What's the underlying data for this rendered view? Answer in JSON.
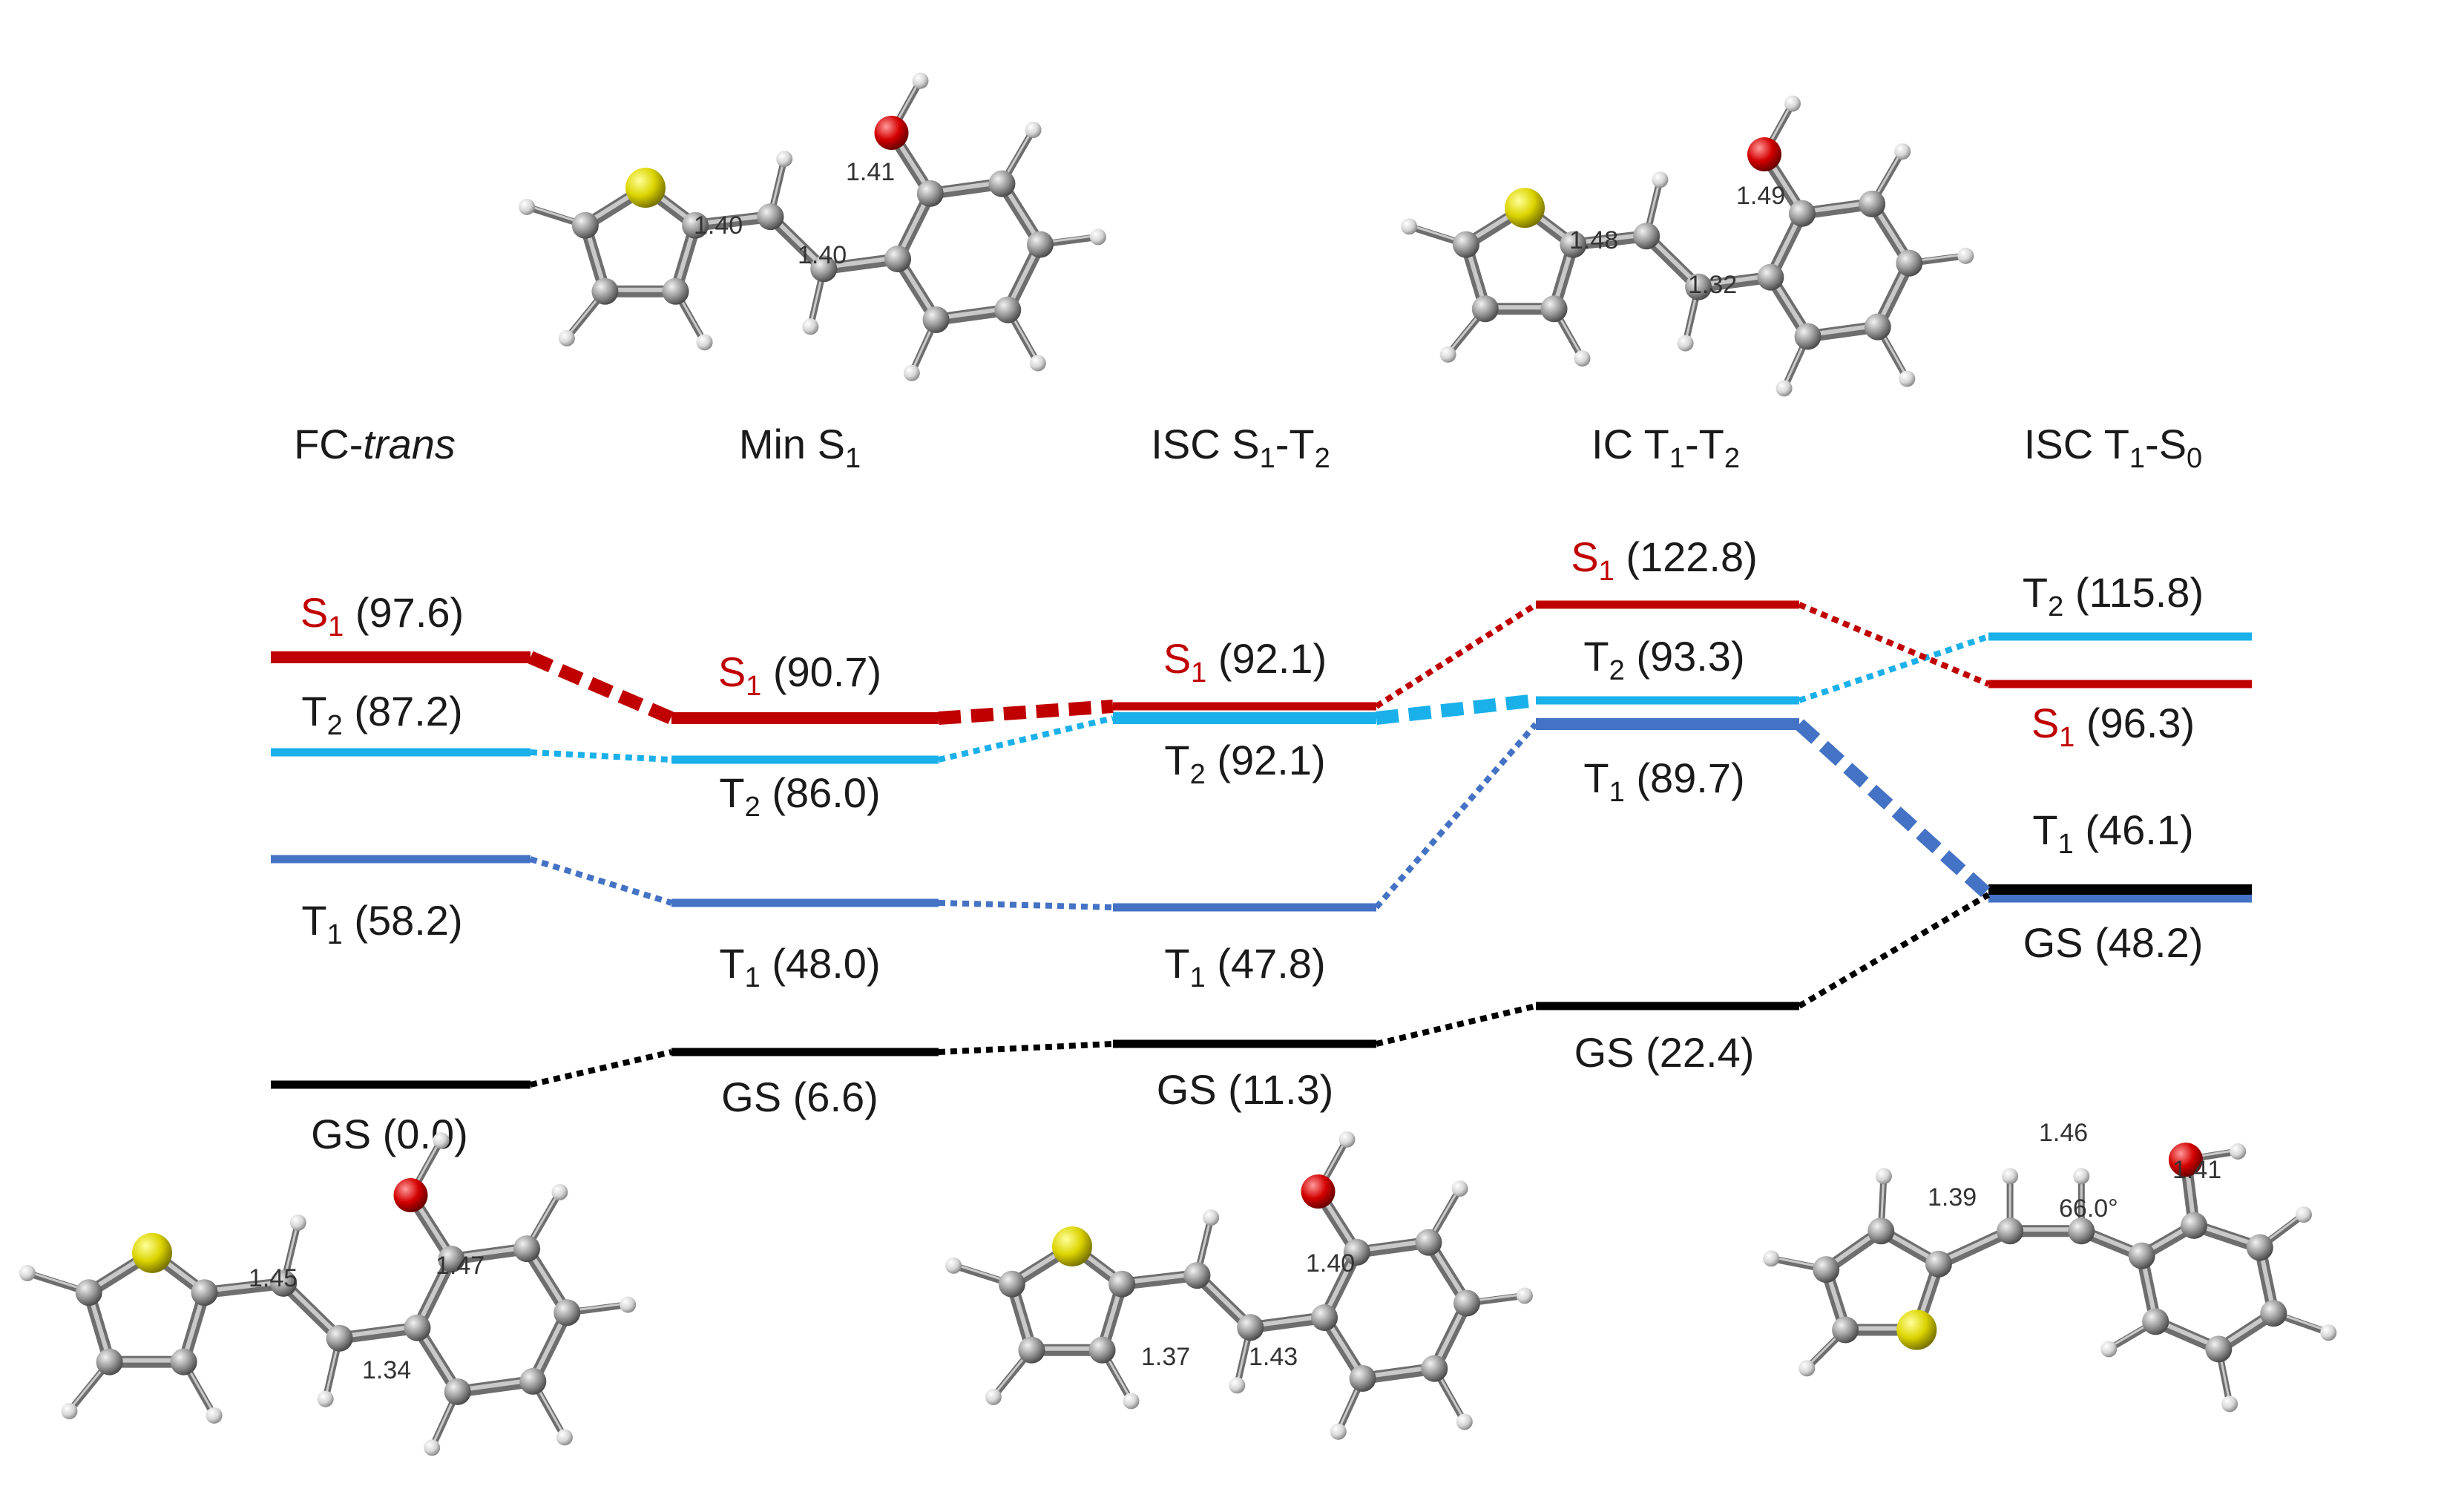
{
  "colors": {
    "S1": "#c00000",
    "T2": "#1ab0ea",
    "T1": "#4472c4",
    "GS": "#000000",
    "carbon": "#8c8c8c",
    "sulfur": "#d7d300",
    "oxygen": "#cc0000",
    "hydrogen": "#d0d0d0"
  },
  "columns": [
    {
      "id": "fc",
      "label_main": "FC-",
      "label_italic": "trans"
    },
    {
      "id": "mins1",
      "label_main": "Min S",
      "label_sub": "1"
    },
    {
      "id": "iscs1t2",
      "label_main": "ISC S",
      "label_sub": "1",
      "label_mid": "-T",
      "label_sub2": "2"
    },
    {
      "id": "ict1t2",
      "label_main": "IC T",
      "label_sub": "1",
      "label_mid": "-T",
      "label_sub2": "2"
    },
    {
      "id": "isct1s0",
      "label_main": "ISC T",
      "label_sub": "1",
      "label_mid": "-S",
      "label_sub2": "0"
    }
  ],
  "levels": {
    "S1": {
      "letter": "S",
      "sub": "1",
      "values": [
        "(97.6)",
        "(90.7)",
        "(92.1)",
        "(122.8)",
        "(96.3)"
      ]
    },
    "T2": {
      "letter": "T",
      "sub": "2",
      "values": [
        "(87.2)",
        "(86.0)",
        "(92.1)",
        "(93.3)",
        "(115.8)"
      ]
    },
    "T1": {
      "letter": "T",
      "sub": "1",
      "values": [
        "(58.2)",
        "(48.0)",
        "(47.8)",
        "(89.7)",
        "(46.1)"
      ]
    },
    "GS": {
      "letter": "GS",
      "values": [
        "(0.0)",
        "(6.6)",
        "(11.3)",
        "(22.4)",
        "(48.2)"
      ]
    }
  },
  "structures": {
    "min_s1": {
      "bonds": [
        "1.40",
        "1.40",
        "1.41"
      ]
    },
    "ic_t1t2": {
      "bonds": [
        "1.48",
        "1.32",
        "1.49"
      ]
    },
    "fc_trans": {
      "bonds": [
        "1.45",
        "1.34",
        "1.47"
      ]
    },
    "isc_s1t2": {
      "bonds": [
        "1.37",
        "1.43",
        "1.40"
      ]
    },
    "isc_t1s0": {
      "bonds": [
        "1.39",
        "1.46",
        "1.41"
      ],
      "dihedral": "66.0°"
    }
  }
}
